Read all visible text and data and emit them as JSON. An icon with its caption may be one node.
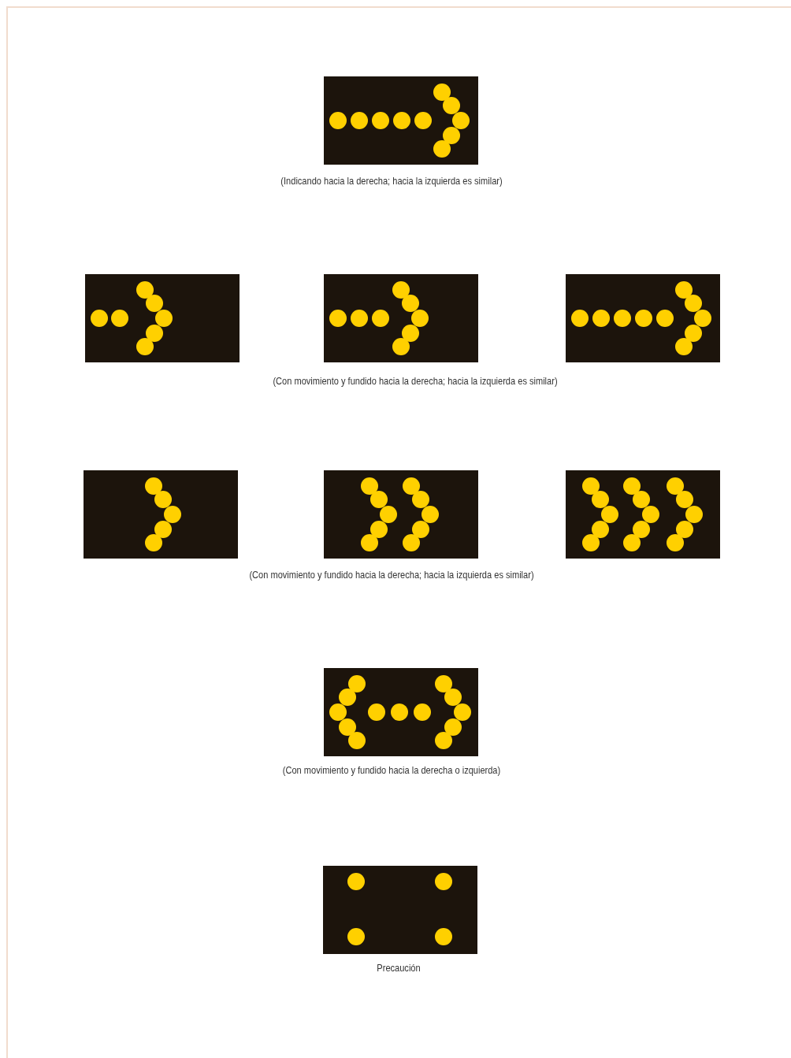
{
  "diagram": {
    "labels": [
      "(Indicando hacia la derecha; hacia la izquierda es similar)",
      "(Con movimiento y fundido hacia la derecha; hacia la izquierda es similar)",
      "(Con movimiento y fundido hacia la derecha; hacia la izquierda es similar)",
      "(Con movimiento y fundido hacia la derecha o izquierda)",
      "Precaución"
    ]
  }
}
